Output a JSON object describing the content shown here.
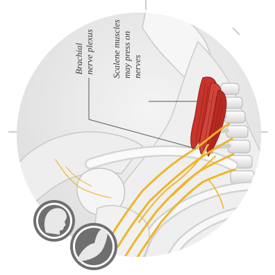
{
  "labels": {
    "brachial": [
      "Brachial",
      "nerve plexus"
    ],
    "scalene": [
      "Scalene muscles",
      "may press on",
      "nerves"
    ]
  },
  "colors": {
    "background": "#ffffff",
    "disc": "#ebebeb",
    "bone": "#f7f7f7",
    "bone_shadow": "#cfcfcf",
    "muscle": "#c8332b",
    "muscle_dark": "#8e1f1a",
    "nerve": "#f0b429",
    "leader": "#555555",
    "icon_grey": "#6f6f6f"
  },
  "icons": [
    "head-profile-icon",
    "flexed-arm-icon"
  ]
}
